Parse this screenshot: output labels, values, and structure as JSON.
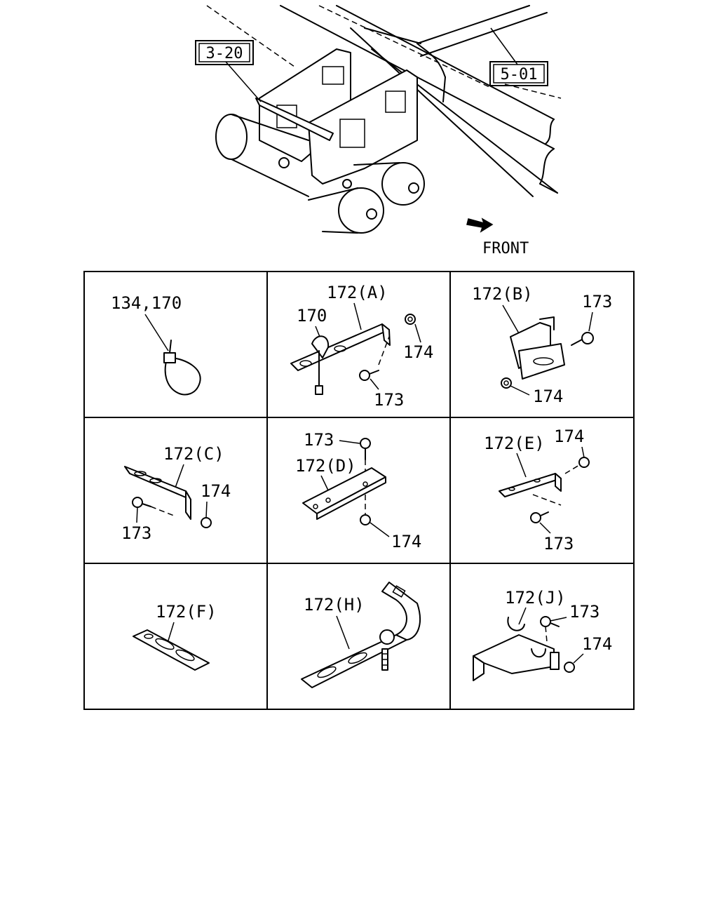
{
  "overview": {
    "ref_3_20": "3-20",
    "ref_5_01": "5-01",
    "front": "FRONT"
  },
  "cells": {
    "c1": {
      "label_main": "134,170"
    },
    "c2": {
      "label_main": "172(A)",
      "label_170": "170",
      "label_174": "174",
      "label_173": "173"
    },
    "c3": {
      "label_main": "172(B)",
      "label_173": "173",
      "label_174": "174"
    },
    "c4": {
      "label_main": "172(C)",
      "label_174": "174",
      "label_173": "173"
    },
    "c5": {
      "label_173": "173",
      "label_main": "172(D)",
      "label_174": "174"
    },
    "c6": {
      "label_main": "172(E)",
      "label_174": "174",
      "label_173": "173"
    },
    "c7": {
      "label_main": "172(F)"
    },
    "c8": {
      "label_main": "172(H)"
    },
    "c9": {
      "label_main": "172(J)",
      "label_173": "173",
      "label_174": "174"
    }
  }
}
